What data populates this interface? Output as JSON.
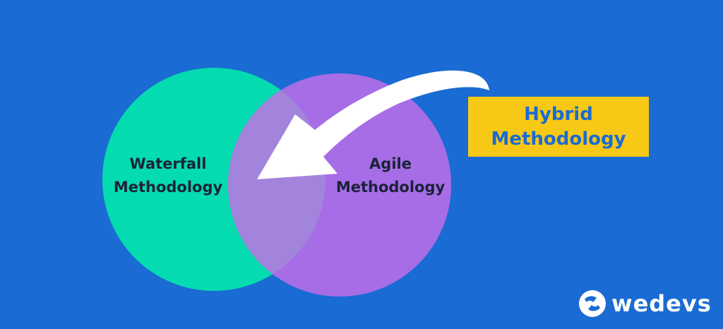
{
  "diagram": {
    "left_circle": {
      "label_line1": "Waterfall",
      "label_line2": "Methodology",
      "color": "#05dbb0"
    },
    "right_circle": {
      "label_line1": "Agile",
      "label_line2": "Methodology",
      "color": "#a66de6"
    },
    "overlap_color": "#a384dc",
    "callout": {
      "line1": "Hybrid",
      "line2": "Methodology",
      "box_color": "#f7c815",
      "text_color": "#1a6bd3"
    },
    "arrow_color": "#ffffff",
    "background_color": "#1a6bd3"
  },
  "brand": {
    "name": "wedevs",
    "icon": "wedevs-logo-icon"
  }
}
